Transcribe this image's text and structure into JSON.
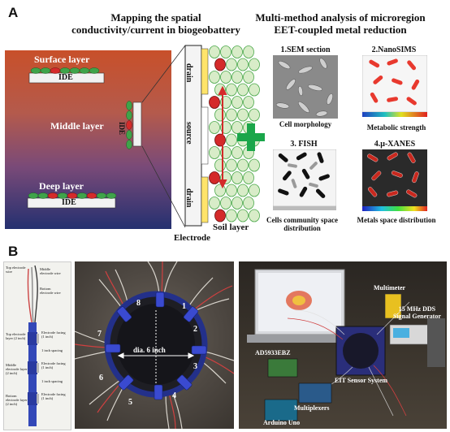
{
  "panelA": {
    "letter": "A",
    "left_title_line1": "Mapping the spatial",
    "left_title_line2": "conductivity/current in biogeobattery",
    "right_title_line1": "Multi-method analysis of microregion",
    "right_title_line2": "EET-coupled metal reduction",
    "soil": {
      "surface_layer": "Surface layer",
      "middle_layer": "Middle layer",
      "deep_layer": "Deep layer",
      "ide": "IDE"
    },
    "zoom": {
      "drain_top": "drain",
      "source": "source",
      "drain_bottom": "drain",
      "electrode": "Electrode",
      "soil_layer": "Soil layer"
    },
    "methods": [
      {
        "title": "1.SEM section",
        "caption": "Cell  morphology"
      },
      {
        "title": "2.NanoSIMS",
        "caption": "Metabolic strength"
      },
      {
        "title": "3. FISH",
        "caption": "Cells community space distribution"
      },
      {
        "title": "4.μ-XANES",
        "caption": "Metals space distribution"
      }
    ],
    "colors": {
      "plus": "#1aa64a",
      "surface_top": "#c8502a",
      "deep_bottom": "#243070",
      "cell_green": "#4aa84a",
      "cell_red": "#d42a2a"
    }
  },
  "panelB": {
    "letter": "B",
    "photo1": {
      "top_wire": "Top electrode wire",
      "middle_wire": "Middle electrode wire",
      "bottom_wire": "Bottom electrode wire",
      "facing1": "Electrode facing (1 inch)",
      "layer2_top": "Top electrode layer (2 inch)",
      "spacing1": "1 inch spacing",
      "facing2": "Electrode facing (1 inch)",
      "layer2_mid": "Middle electrode layer (2 inch)",
      "spacing2": "1 inch spacing",
      "facing3": "Electrode facing (1 inch)",
      "layer2_bot": "Bottom electrode layer (2 inch)"
    },
    "photo2": {
      "diameter": "dia. 6 inch",
      "numbers": [
        "1",
        "2",
        "3",
        "4",
        "5",
        "6",
        "7",
        "8"
      ]
    },
    "photo3": {
      "multimeter": "Multimeter",
      "generator_line1": "15 MHz DDS",
      "generator_line2": "Signal Generator",
      "ad": "AD5933EBZ",
      "eit": "EIT Sensor System",
      "mux": "Multiplexers",
      "arduino": "Arduino Uno"
    }
  }
}
